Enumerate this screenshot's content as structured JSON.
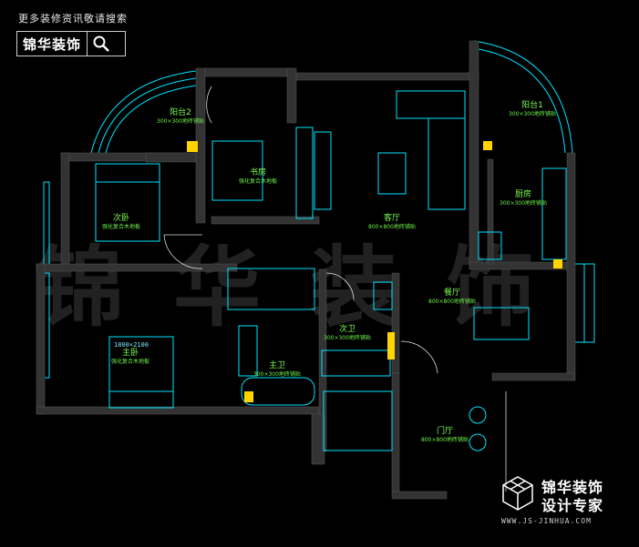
{
  "banner": {
    "text": "更多装修资讯敬请搜索",
    "brand": "锦华装饰"
  },
  "watermark": "锦华装饰",
  "logo": {
    "line1": "锦华装饰",
    "line2": "设计专家",
    "url": "WWW.JS-JINHUA.COM"
  },
  "rooms": [
    {
      "id": "balcony2",
      "name": "阳台2",
      "sub": "300×300地砖铺贴"
    },
    {
      "id": "balcony1",
      "name": "阳台1",
      "sub": "300×300地砖铺贴"
    },
    {
      "id": "study",
      "name": "书房",
      "sub": "强化复合木地板"
    },
    {
      "id": "second-bedroom",
      "name": "次卧",
      "sub": "强化复合木地板"
    },
    {
      "id": "living",
      "name": "客厅",
      "sub": "800×800地砖铺贴"
    },
    {
      "id": "kitchen",
      "name": "厨房",
      "sub": "300×300地砖铺贴"
    },
    {
      "id": "dining",
      "name": "餐厅",
      "sub": "800×800地砖铺贴"
    },
    {
      "id": "second-bath",
      "name": "次卫",
      "sub": "300×300地砖铺贴"
    },
    {
      "id": "master-bedroom",
      "name": "主卧",
      "sub": "强化复合木地板"
    },
    {
      "id": "master-bath",
      "name": "主卫",
      "sub": "300×300地砖铺贴"
    },
    {
      "id": "entrance",
      "name": "门厅",
      "sub": "800×800地砖铺贴"
    }
  ],
  "bed_size": "1800×2100",
  "colors": {
    "wall": "#333333",
    "cad_cyan": "#00e5ff",
    "label_green": "#7CFC52",
    "accent_yellow": "#ffd400"
  }
}
